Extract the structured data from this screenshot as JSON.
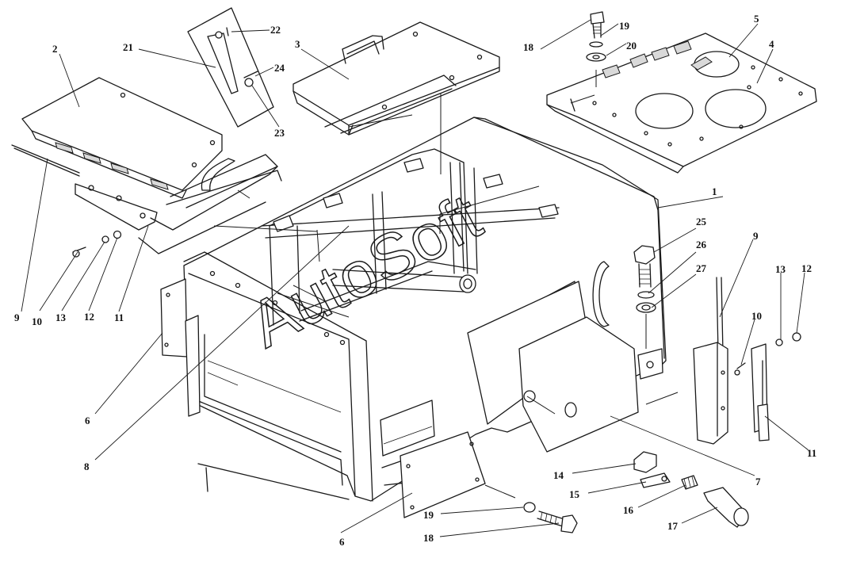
{
  "watermark": "AutoSoft",
  "callouts": [
    {
      "id": "c-1",
      "text": "1"
    },
    {
      "id": "c-2",
      "text": "2"
    },
    {
      "id": "c-3",
      "text": "3"
    },
    {
      "id": "c-4",
      "text": "4"
    },
    {
      "id": "c-5",
      "text": "5"
    },
    {
      "id": "c-6a",
      "text": "6"
    },
    {
      "id": "c-6b",
      "text": "6"
    },
    {
      "id": "c-7",
      "text": "7"
    },
    {
      "id": "c-8",
      "text": "8"
    },
    {
      "id": "c-9a",
      "text": "9"
    },
    {
      "id": "c-9b",
      "text": "9"
    },
    {
      "id": "c-10a",
      "text": "10"
    },
    {
      "id": "c-10b",
      "text": "10"
    },
    {
      "id": "c-11a",
      "text": "11"
    },
    {
      "id": "c-11b",
      "text": "11"
    },
    {
      "id": "c-12a",
      "text": "12"
    },
    {
      "id": "c-12b",
      "text": "12"
    },
    {
      "id": "c-13a",
      "text": "13"
    },
    {
      "id": "c-13b",
      "text": "13"
    },
    {
      "id": "c-14",
      "text": "14"
    },
    {
      "id": "c-15",
      "text": "15"
    },
    {
      "id": "c-16",
      "text": "16"
    },
    {
      "id": "c-17",
      "text": "17"
    },
    {
      "id": "c-18a",
      "text": "18"
    },
    {
      "id": "c-18b",
      "text": "18"
    },
    {
      "id": "c-19a",
      "text": "19"
    },
    {
      "id": "c-19b",
      "text": "19"
    },
    {
      "id": "c-20",
      "text": "20"
    },
    {
      "id": "c-21",
      "text": "21"
    },
    {
      "id": "c-22",
      "text": "22"
    },
    {
      "id": "c-23",
      "text": "23"
    },
    {
      "id": "c-24",
      "text": "24"
    },
    {
      "id": "c-25",
      "text": "25"
    },
    {
      "id": "c-26",
      "text": "26"
    },
    {
      "id": "c-27",
      "text": "27"
    }
  ]
}
